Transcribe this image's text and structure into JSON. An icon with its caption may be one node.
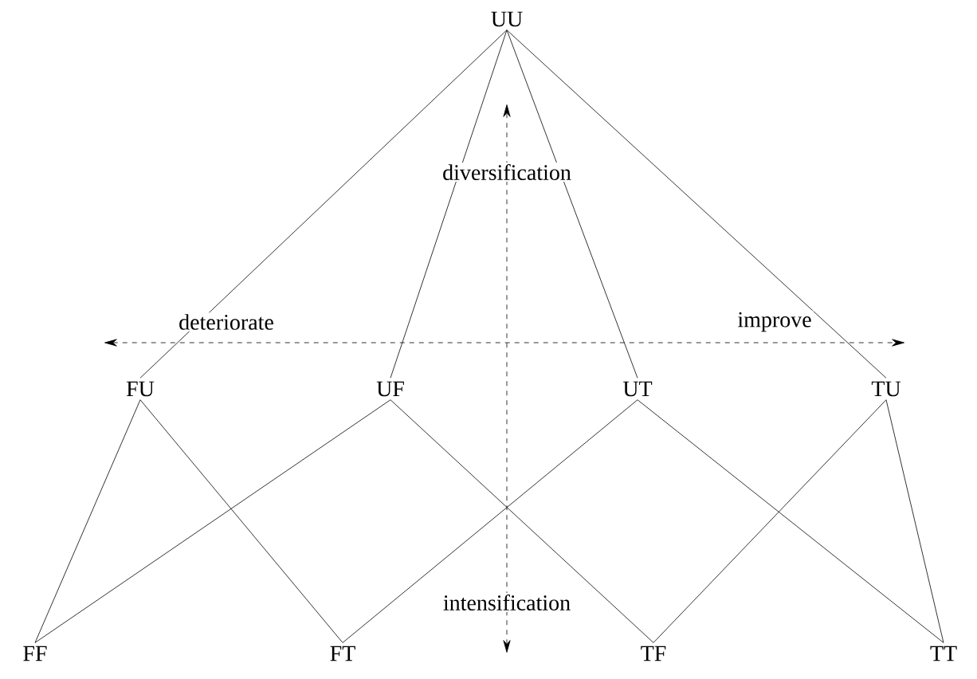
{
  "diagram": {
    "nodes": [
      {
        "text": [
          "UU"
        ]
      },
      {
        "text": [
          "FU"
        ]
      },
      {
        "text": [
          "UF"
        ]
      },
      {
        "text": [
          "UT"
        ]
      },
      {
        "text": [
          "TU"
        ]
      },
      {
        "text": [
          "FF"
        ]
      },
      {
        "text": [
          "FT"
        ]
      },
      {
        "text": [
          "TF"
        ]
      },
      {
        "text": [
          "TT"
        ]
      }
    ],
    "edges": [
      {
        "from": 0,
        "to": 1,
        "arrow": "none"
      },
      {
        "from": 0,
        "to": 2,
        "arrow": "none"
      },
      {
        "from": 0,
        "to": 3,
        "arrow": "none"
      },
      {
        "from": 0,
        "to": 4,
        "arrow": "none"
      },
      {
        "from": 1,
        "to": 5,
        "arrow": "none"
      },
      {
        "from": 2,
        "to": 5,
        "arrow": "none"
      },
      {
        "from": 1,
        "to": 6,
        "arrow": "none"
      },
      {
        "from": 3,
        "to": 6,
        "arrow": "none"
      },
      {
        "from": 2,
        "to": 7,
        "arrow": "none"
      },
      {
        "from": 4,
        "to": 7,
        "arrow": "none"
      },
      {
        "from": 3,
        "to": 8,
        "arrow": "none"
      },
      {
        "from": 4,
        "to": 8,
        "arrow": "none"
      }
    ],
    "labels": [
      "diversification",
      "deteriorate",
      "improve",
      "intensification"
    ]
  }
}
